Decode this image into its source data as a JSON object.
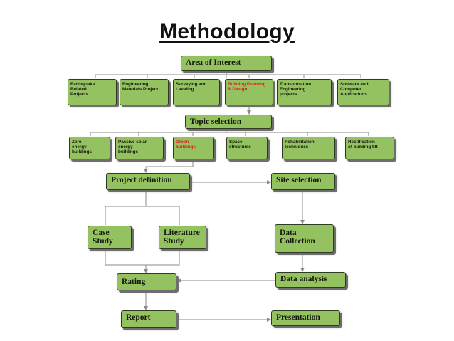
{
  "title": "Methodology",
  "area_of_interest": {
    "label": "Area of Interest",
    "items": [
      "Earthquake\nRelated\nProjects",
      "Engineering\nMaterials Project",
      "Surveying and\nLeveling",
      "Building Planning\n& Design",
      "Transportation\nEngineering\nprojects",
      "Software and\nComputer\nApplications"
    ],
    "highlighted_index": 3
  },
  "topic_selection": {
    "label": "Topic selection",
    "items": [
      "Zero\nenergy\nbuildings",
      "Passive solar\nenergy\nbuildings",
      "Green\nbuildings",
      "Space\nstructures",
      "Rehabilitation\ntechniques",
      "Rectification\nof building tilt"
    ],
    "highlighted_index": 2
  },
  "steps": {
    "project_definition": "Project definition",
    "site_selection": "Site selection",
    "case_study": "Case\nStudy",
    "literature_study": "Literature\nStudy",
    "data_collection": "Data\nCollection",
    "rating": "Rating",
    "data_analysis": "Data analysis",
    "report": "Report",
    "presentation": "Presentation"
  },
  "colors": {
    "box_fill": "#95c260",
    "box_border": "#2f3a22",
    "highlight_text": "#d2241f",
    "connector": "#8a8a8a"
  }
}
